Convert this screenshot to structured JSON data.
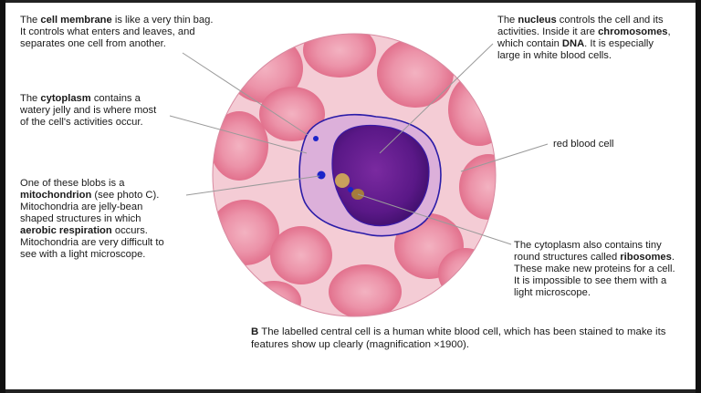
{
  "labels": {
    "cell_membrane": {
      "pre": "The ",
      "bold": "cell membrane",
      "post": " is like a very thin bag.",
      "line2": "It controls what enters and leaves, and",
      "line3": "separates one cell from another."
    },
    "cytoplasm": {
      "pre": "The ",
      "bold": "cytoplasm",
      "post": " contains a",
      "line2": "watery jelly and is where most",
      "line3": "of the cell's activities occur."
    },
    "mitochondrion": {
      "line1": "One of these blobs is a",
      "bold1": "mitochondrion",
      "post1": " (see photo C).",
      "line3": "Mitochondria are jelly-bean",
      "line4": "shaped structures in which",
      "bold2": "aerobic respiration",
      "post2": " occurs.",
      "line6": "Mitochondria are very difficult to",
      "line7": "see with a light microscope."
    },
    "nucleus": {
      "pre": "The ",
      "bold1": "nucleus",
      "post1": " controls the cell and its",
      "line2a": "activities. Inside it are ",
      "bold2": "chromosomes",
      "line2b": ",",
      "line3a": "which contain ",
      "bold3": "DNA",
      "line3b": ". It is especially",
      "line4": "large in white blood cells."
    },
    "red_blood_cell": "red blood cell",
    "ribosomes": {
      "line1": "The cytoplasm also contains tiny",
      "line2a": "round structures called ",
      "bold": "ribosomes",
      "line2b": ".",
      "line3": "These make new proteins for a cell.",
      "line4": "It is impossible to see them with a",
      "line5": "light microscope."
    }
  },
  "caption": {
    "letter": "B",
    "text": "The labelled central cell is a human white blood cell, which has been stained to make its features show up clearly (magnification ×1900)."
  },
  "colors": {
    "background": "#f2c6d0",
    "rbc": "#e87f97",
    "rbc_center": "#f0a7b7",
    "cytoplasm": "#d9a6d6",
    "membrane": "#2b1ca8",
    "nucleus": "#5b1a82",
    "leader_line": "#9a9a9a"
  }
}
